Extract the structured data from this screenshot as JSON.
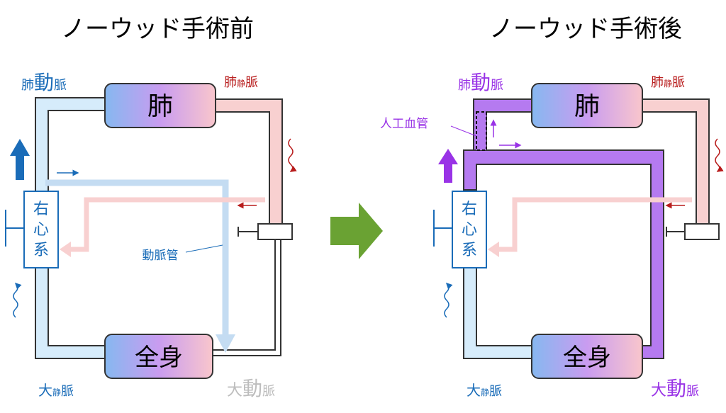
{
  "titles": {
    "before": "ノーウッド手術前",
    "after": "ノーウッド手術後"
  },
  "colors": {
    "blue": "#1a6cb8",
    "light_blue": "#d6ecfb",
    "pale_blue": "#c4dcf2",
    "pink": "#f8d0d0",
    "red": "#b81c1c",
    "purple": "#9933e6",
    "purple_fill": "#b57af0",
    "gray": "#bdbdbd",
    "green": "#6aa233"
  },
  "before": {
    "pulmonary_artery": [
      "肺",
      "動",
      "脈"
    ],
    "pulmonary_vein": [
      "肺",
      "静",
      "脈"
    ],
    "lung": "肺",
    "heart": [
      "右",
      "心",
      "系"
    ],
    "ductus": "動脈管",
    "body": "全身",
    "vena_cava": [
      "大",
      "静",
      "脈"
    ],
    "aorta": [
      "大",
      "動",
      "脈"
    ]
  },
  "after": {
    "pulmonary_artery": [
      "肺",
      "動",
      "脈"
    ],
    "pulmonary_vein": [
      "肺",
      "静",
      "脈"
    ],
    "graft": "人工血管",
    "lung": "肺",
    "heart": [
      "右",
      "心",
      "系"
    ],
    "body": "全身",
    "vena_cava": [
      "大",
      "静",
      "脈"
    ],
    "aorta": [
      "大",
      "動",
      "脈"
    ]
  }
}
